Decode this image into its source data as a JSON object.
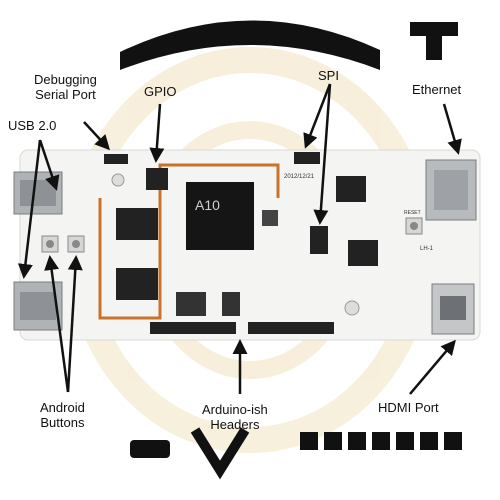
{
  "labels": {
    "usb": "USB 2.0",
    "debug": "Debugging\nSerial Port",
    "gpio": "GPIO",
    "spi": "SPI",
    "ethernet": "Ethernet",
    "android": "Android\nButtons",
    "arduino": "Arduino-ish\nHeaders",
    "hdmi": "HDMI Port"
  },
  "board": {
    "soc_text": "A10",
    "date_text": "2012/12/21",
    "reset_text": "RESET",
    "lan_text": "LH-1",
    "board_color": "#f4f4f2",
    "trace_color": "#c8722a"
  },
  "watermark_color": "#f6edd6"
}
